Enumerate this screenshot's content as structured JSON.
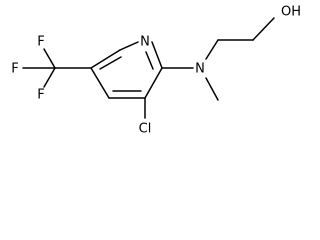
{
  "molecule": {
    "atoms": {
      "oxygen": "OH",
      "ring_nitrogen": "N",
      "amine_nitrogen": "N",
      "chlorine": "Cl",
      "fluorine_top": "F",
      "fluorine_left": "F",
      "fluorine_bottom": "F"
    }
  }
}
